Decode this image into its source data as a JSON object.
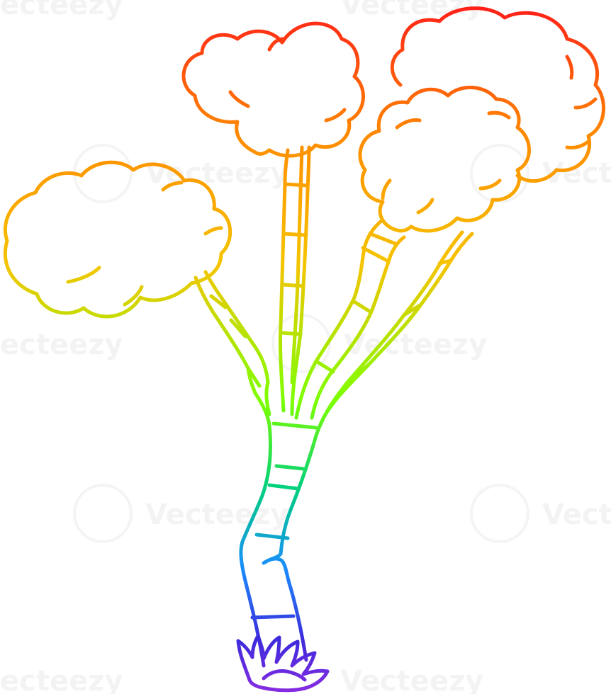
{
  "illustration": {
    "subject": "tree-line-drawing",
    "gradient_colors": [
      "#ff1a1a",
      "#ff8c00",
      "#f5c400",
      "#7cff00",
      "#00d27a",
      "#1a8cff",
      "#3b2bdc",
      "#8a2be2"
    ]
  },
  "watermark": {
    "text": "Vecteezy",
    "fragments": [
      "ecteezy",
      "Vecteezy",
      "Vecteezy",
      "Vecteezy",
      "Vect",
      "Vecteezy",
      "Vecteezy",
      "Vecteezy",
      "Vecteezy",
      "Vecteezy"
    ]
  }
}
